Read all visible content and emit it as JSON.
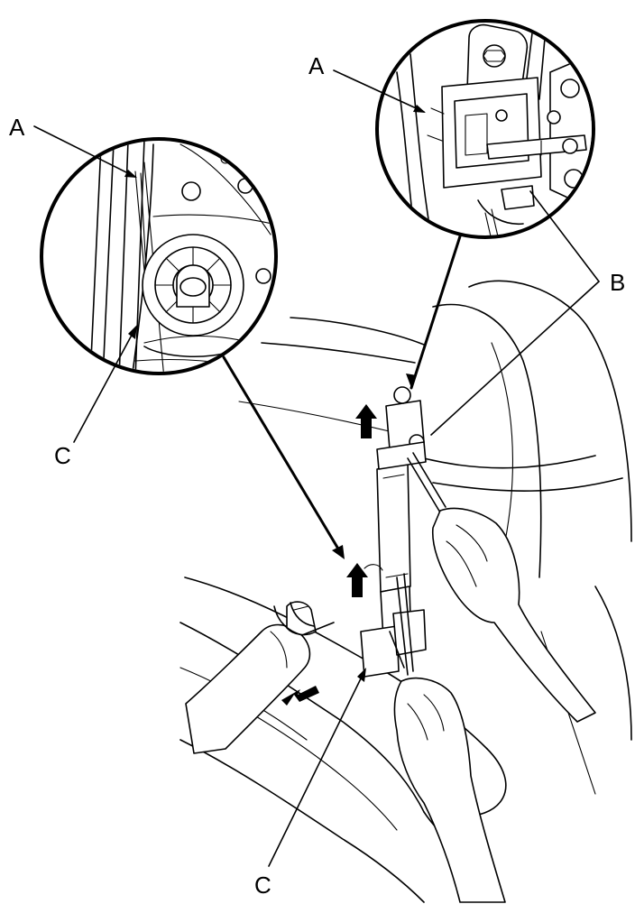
{
  "labels": {
    "a_top": "A",
    "a_left": "A",
    "b": "B",
    "c_left": "C",
    "c_bottom": "C"
  },
  "colors": {
    "line": "#000000",
    "background": "#ffffff"
  }
}
